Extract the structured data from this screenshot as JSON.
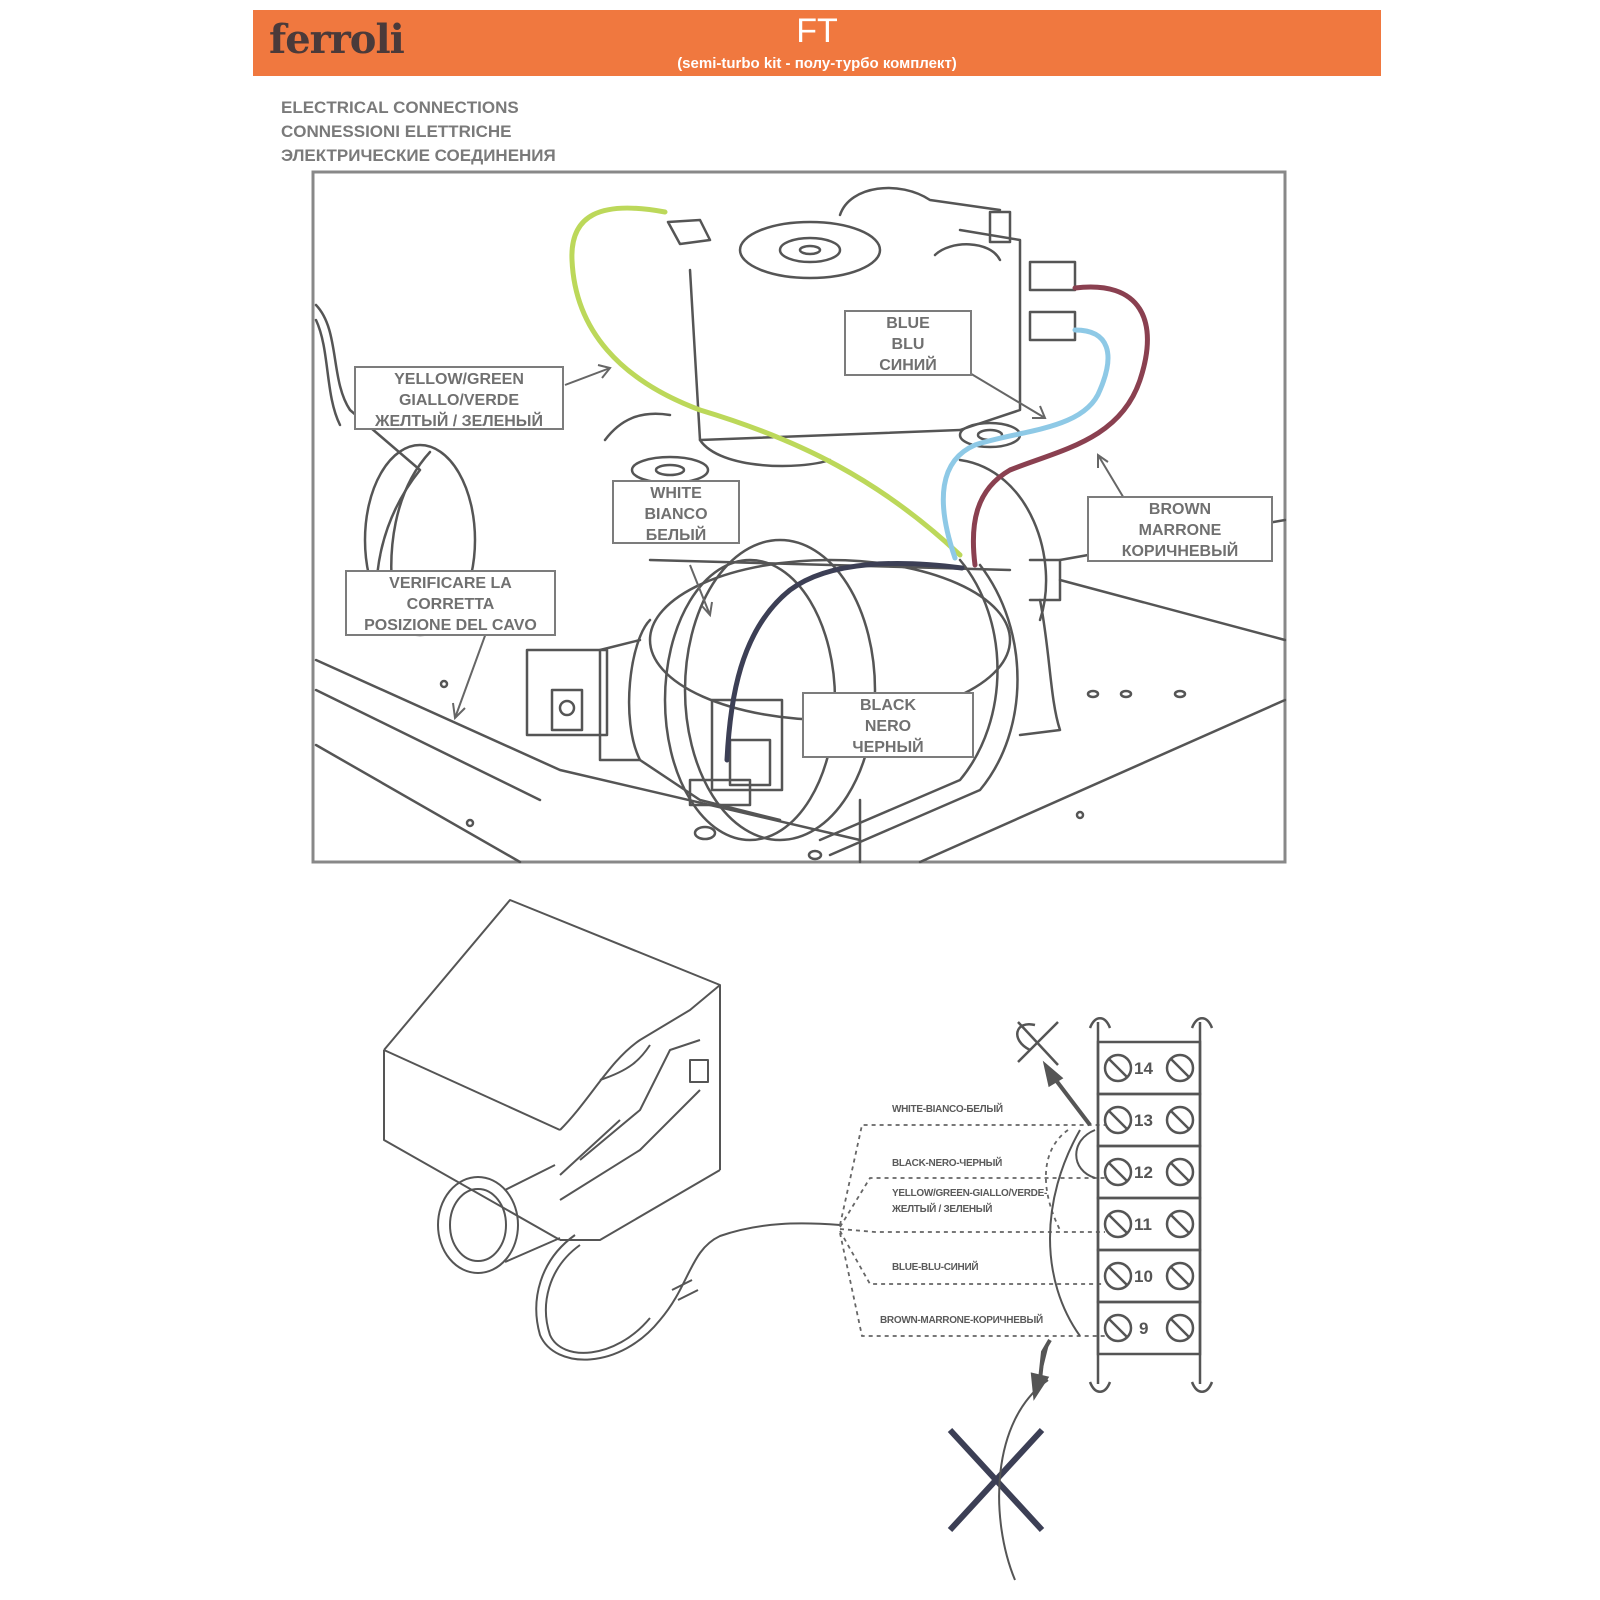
{
  "header": {
    "brand": "ferroli",
    "model": "FT",
    "subtitle": "(semi-turbo kit - полу-турбо комплект)"
  },
  "section_title": {
    "line1": "ELECTRICAL CONNECTIONS",
    "line2": "CONNESSIONI ELETTRICHE",
    "line3": "ЭЛЕКТРИЧЕСКИЕ СОЕДИНЕНИЯ"
  },
  "labels": {
    "blue": [
      "BLUE",
      "BLU",
      "СИНИЙ"
    ],
    "yellow_green": [
      "YELLOW/GREEN",
      "GIALLO/VERDE",
      "ЖЕЛТЫЙ / ЗЕЛЕНЫЙ"
    ],
    "white": [
      "WHITE",
      "BIANCO",
      "БЕЛЫЙ"
    ],
    "brown": [
      "BROWN",
      "MARRONE",
      "КОРИЧНЕВЫЙ"
    ],
    "verify": [
      "VERIFICARE LA",
      "CORRETTA",
      "POSIZIONE DEL CAVO"
    ],
    "black": [
      "BLACK",
      "NERO",
      "ЧЕРНЫЙ"
    ]
  },
  "wiring": {
    "white": "WHITE-BIANCO-БЕЛЫЙ",
    "black": "BLACK-NERO-ЧЕРНЫЙ",
    "yellow_green_1": "YELLOW/GREEN-GIALLO/VERDE-",
    "yellow_green_2": "ЖЕЛТЫЙ / ЗЕЛЕНЫЙ",
    "blue": "BLUE-BLU-СИНИЙ",
    "brown": "BROWN-MARRONE-КОРИЧНЕВЫЙ"
  },
  "terminals": [
    "14",
    "13",
    "12",
    "11",
    "10",
    "9"
  ],
  "colors": {
    "header_bg": "#f0783f",
    "wire_yellow_green": "#bcd85a",
    "wire_blue": "#8ec9e6",
    "wire_brown": "#8a4050",
    "wire_black": "#3c3f55"
  }
}
